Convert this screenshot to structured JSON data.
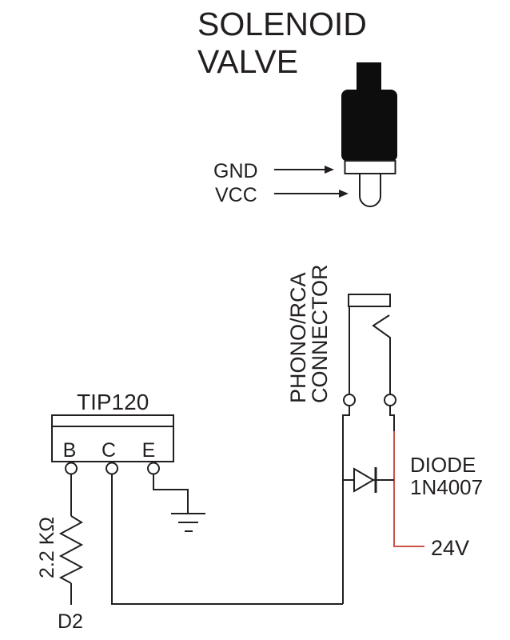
{
  "diagram": {
    "title": {
      "line1": "SOLENOID",
      "line2": "VALVE"
    },
    "valve": {
      "gnd_label": "GND",
      "vcc_label": "VCC"
    },
    "connector": {
      "label_line1": "PHONO/RCA",
      "label_line2": "CONNECTOR"
    },
    "transistor": {
      "name": "TIP120",
      "pins": [
        "B",
        "C",
        "E"
      ]
    },
    "resistor": {
      "value": "2.2 KΩ"
    },
    "base_signal": "D2",
    "diode": {
      "line1": "DIODE",
      "line2": "1N4007"
    },
    "supply": "24V",
    "colors": {
      "wire_black": "#231f20",
      "supply_wire_red": "#cb5349",
      "valve_body_black": "#0d0d0d"
    }
  }
}
